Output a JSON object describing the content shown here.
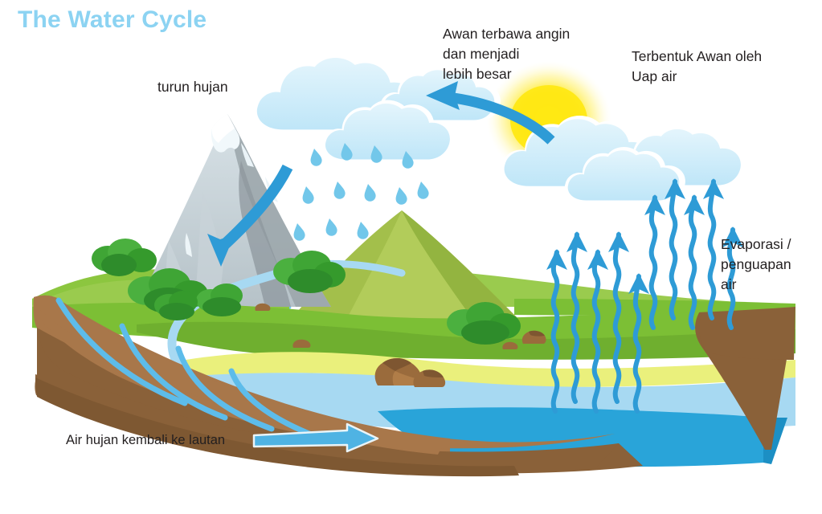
{
  "title": "The Water Cycle",
  "diagram": {
    "name": "water-cycle-diagram",
    "labels": {
      "precipitation": "turun hujan",
      "wind_transport": "Awan terbawa angin\ndan menjadi\nlebih besar",
      "cloud_formation": "Terbentuk Awan oleh\nUap air",
      "evaporation": "Evaporasi /\npenguapan\nair",
      "runoff_to_ocean": "Air hujan kembali ke lautan"
    },
    "colors": {
      "title": "#8CD3F2",
      "label_text": "#231f20",
      "arrow_blue": "#2E9BD6",
      "cloud_fill": "#D4EEFA",
      "cloud_outline": "#FFFFFF",
      "raindrop": "#72C7EA",
      "sun": "#FFE814",
      "grass_light": "#8CC63F",
      "grass_mid": "#7CBF35",
      "grass_dark": "#6FAF2F",
      "hill_olive": "#A3BF4B",
      "sand": "#EAF07C",
      "water_shallow": "#A7D9F2",
      "water_deep": "#29A4D9",
      "soil_top": "#A8774A",
      "soil_bottom": "#8A6139",
      "rock_gray": "#BFC9CE",
      "rock_dark": "#9AA4A9",
      "snow": "#E9F4F8",
      "tree_green": "#3FA535",
      "tree_dark": "#2E8C2B",
      "boulder": "#9A6B3C",
      "river": "#A7D9F2"
    },
    "elements": {
      "mountain_snow_peak": "snow-capped-rock-mountain",
      "green_hill": "green-mountain",
      "rain_clouds_count": 2,
      "raindrops_count": 18,
      "evaporation_arrows_count": 10,
      "groundwater_flow_lines": 4,
      "boulders_count": 5,
      "trees_clusters": 6,
      "sun": "sun-behind-clouds",
      "runoff_arrow": "curved-down-arrow-on-mountain",
      "wind_arrow": "curved-left-arrow",
      "ocean_arrow": "straight-right-arrow"
    }
  }
}
